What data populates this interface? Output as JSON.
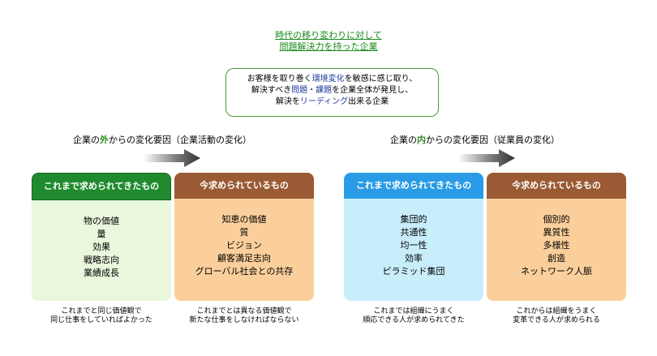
{
  "title": {
    "line1": "時代の移り変わりに対して",
    "line2": "問題解決力を持った企業"
  },
  "intro": {
    "line1_pre": "お客様を取り巻く",
    "line1_hl": "環境変化",
    "line1_post": "を敏感に感じ取り、",
    "line2_pre": "解決すべき",
    "line2_hl": "問題・課題",
    "line2_post": "を企業全体が発見し、",
    "line3_pre": "解決を",
    "line3_hl": "リーディング",
    "line3_post": "出来る企業"
  },
  "sections": {
    "left_heading_pre": "企業の",
    "left_heading_em": "外",
    "left_heading_post": "からの変化要因（企業活動の変化）",
    "right_heading_pre": "企業の",
    "right_heading_em": "内",
    "right_heading_post": "からの変化要因（従業員の変化）"
  },
  "panels": [
    {
      "header": "これまで求められてきたもの",
      "items": [
        "物の価値",
        "量",
        "効果",
        "戦略志向",
        "業績成長"
      ],
      "caption": [
        "これまでと同じ価値観で",
        "同じ仕事をしていればよかった"
      ]
    },
    {
      "header": "今求められているもの",
      "items": [
        "知恵の価値",
        "質",
        "ビジョン",
        "顧客満足志向",
        "グローバル社会との共存"
      ],
      "caption": [
        "これまでとは異なる価値観で",
        "新たな仕事をしなければならない"
      ]
    },
    {
      "header": "これまで求められてきたもの",
      "items": [
        "集団的",
        "共通性",
        "均一性",
        "効率",
        "ピラミッド集団"
      ],
      "caption": [
        "これまでは組織にうまく",
        "順応できる人が求められてきた"
      ]
    },
    {
      "header": "今求められているもの",
      "items": [
        "個別的",
        "異質性",
        "多様性",
        "創造",
        "ネットワーク人脈"
      ],
      "caption": [
        "これからは組織をうまく",
        "変革できる人が求められる"
      ]
    }
  ],
  "colors": {
    "title": "#1a8a1a",
    "highlight": "#1a3a9a",
    "emphasis": "#2a8a1a",
    "panel1_header": "#1f8a2e",
    "panel1_body": "#e9f7dc",
    "panel2_header": "#9a5a33",
    "panel2_body": "#fbcf9b",
    "panel3_header": "#2a9be6",
    "panel3_body": "#c8eefc"
  }
}
